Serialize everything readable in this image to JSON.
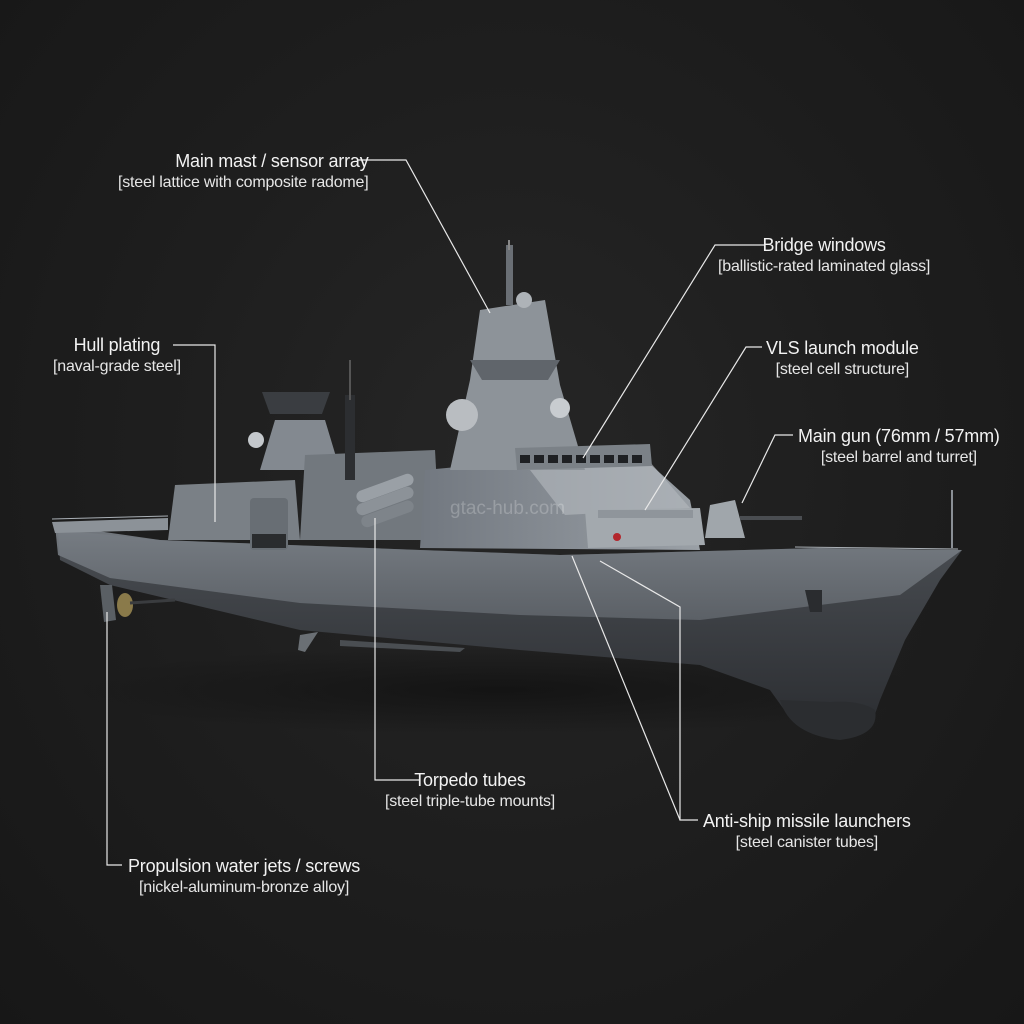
{
  "diagram": {
    "subject": "Naval frigate 3D render with component callouts",
    "background_color": "#1c1c1c",
    "label_color": "#f2f2f2",
    "leader_line_color": "#e8e8e8",
    "watermark": "gtac-hub.com",
    "callouts": [
      {
        "id": "main-mast",
        "title": "Main mast / sensor array",
        "material": "[steel lattice with composite radome]"
      },
      {
        "id": "bridge-windows",
        "title": "Bridge windows",
        "material": "[ballistic-rated laminated glass]"
      },
      {
        "id": "hull-plating",
        "title": "Hull plating",
        "material": "[naval-grade steel]"
      },
      {
        "id": "vls-module",
        "title": "VLS launch module",
        "material": "[steel cell structure]"
      },
      {
        "id": "main-gun",
        "title": "Main gun (76mm / 57mm)",
        "material": "[steel barrel and turret]"
      },
      {
        "id": "torpedo-tubes",
        "title": "Torpedo tubes",
        "material": "[steel triple-tube mounts]"
      },
      {
        "id": "anti-ship-missiles",
        "title": "Anti-ship missile launchers",
        "material": "[steel canister tubes]"
      },
      {
        "id": "propulsion",
        "title": "Propulsion water jets / screws",
        "material": "[nickel-aluminum-bronze alloy]"
      }
    ]
  }
}
